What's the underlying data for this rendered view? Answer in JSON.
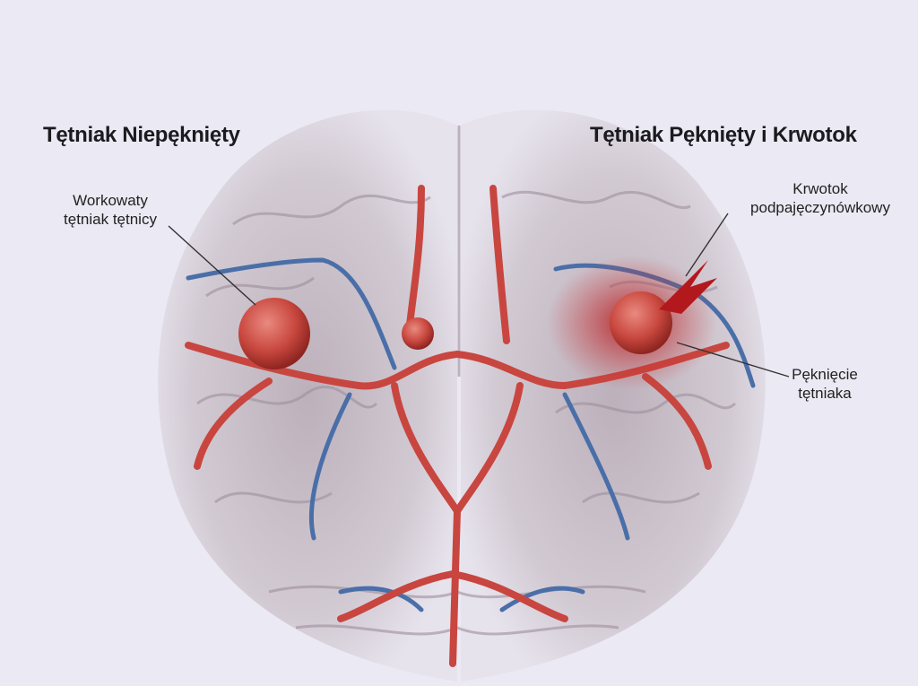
{
  "titles": {
    "left": "Tętniak Niepęknięty",
    "right": "Tętniak Pęknięty i Krwotok"
  },
  "labels": {
    "saccular": [
      "Workowaty",
      "tętniak tętnicy"
    ],
    "hemorrhage": [
      "Krwotok",
      "podpajęczynówkowy"
    ],
    "rupture": [
      "Pęknięcie",
      "tętniaka"
    ]
  },
  "colors": {
    "background": "#ebe9f3",
    "artery": "#c8463f",
    "vein": "#4a6fa8",
    "brain": "#c9c0c8",
    "blood": "#b3181c"
  }
}
